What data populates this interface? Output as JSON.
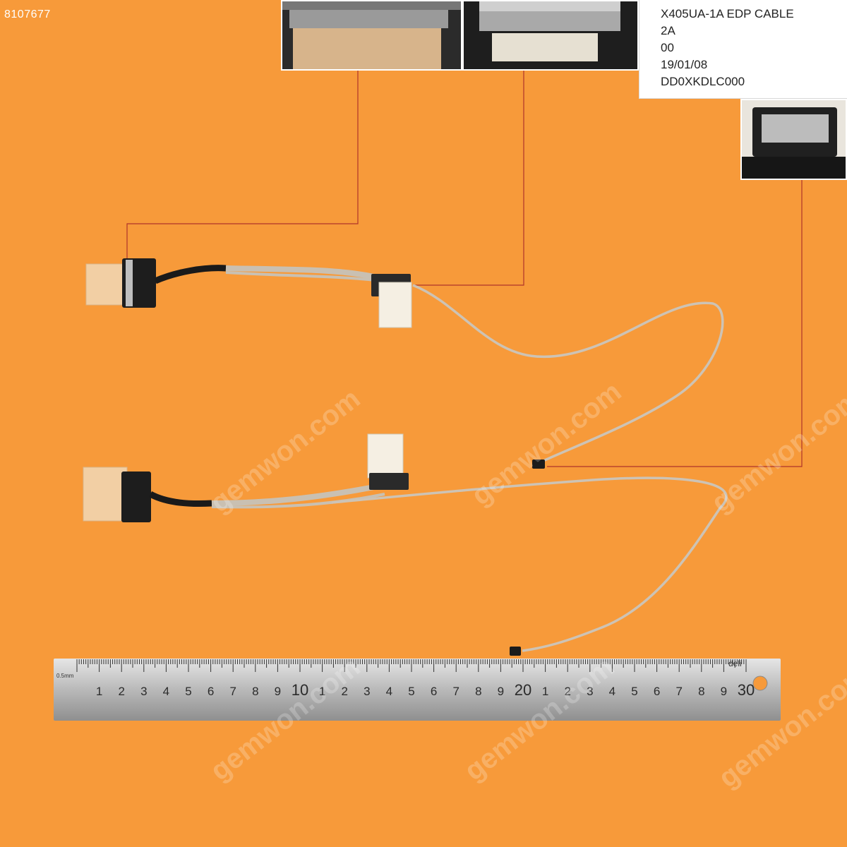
{
  "product_sku": "8107677",
  "label": {
    "lines": [
      "X405UA-1A EDP CABLE",
      "2A",
      "00",
      "19/01/08",
      "DD0XKDLC000"
    ]
  },
  "insets": [
    {
      "name": "inset-lcd-connector-back",
      "icon": "connector-closeup-icon"
    },
    {
      "name": "inset-lcd-connector-front",
      "icon": "connector-closeup-icon"
    },
    {
      "name": "inset-small-plug",
      "icon": "plug-closeup-icon"
    }
  ],
  "watermark": "gemwon.com",
  "ruler": {
    "brand": "deli",
    "small_unit": "0.5mm",
    "ticks_cm": [
      "1",
      "2",
      "3",
      "4",
      "5",
      "6",
      "7",
      "8",
      "9",
      "10",
      "1",
      "2",
      "3",
      "4",
      "5",
      "6",
      "7",
      "8",
      "9",
      "20",
      "1",
      "2",
      "3",
      "4",
      "5",
      "6",
      "7",
      "8",
      "9",
      "30"
    ],
    "highlight_numbers": [
      "10",
      "20",
      "30"
    ],
    "highlight_color": "#d0312d"
  },
  "colors": {
    "background": "#f79a3a",
    "callout_line": "#b0342a",
    "cable": "#c9c0b2"
  }
}
